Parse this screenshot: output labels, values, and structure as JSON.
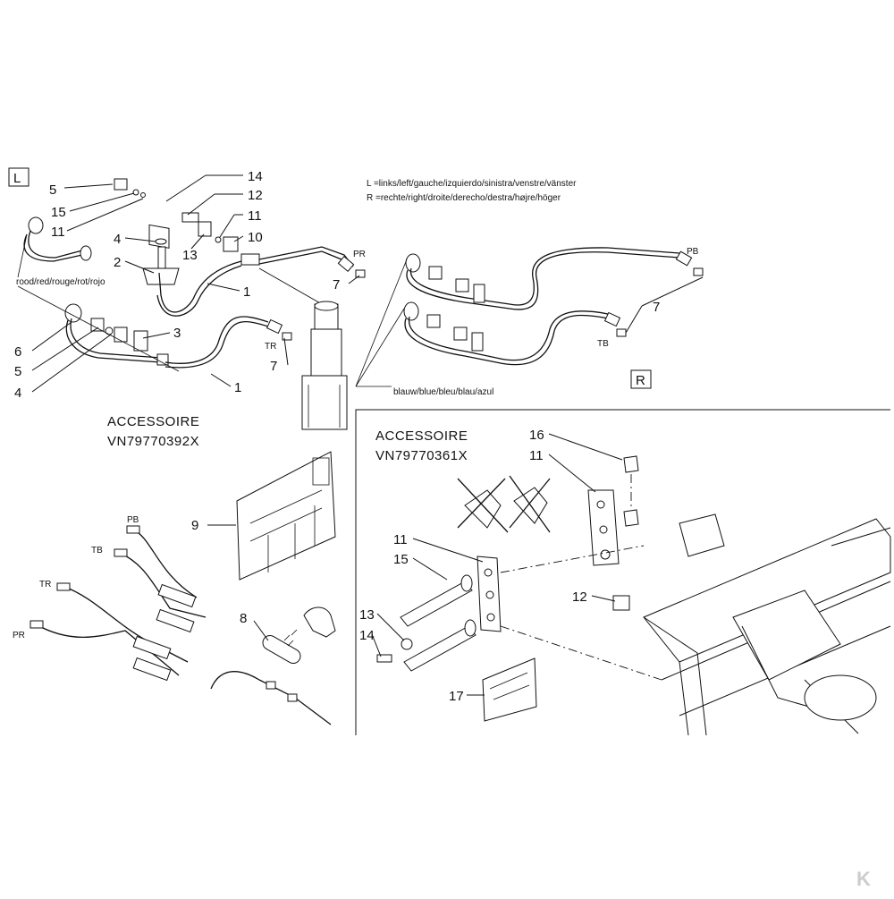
{
  "view_left": {
    "tag": "L",
    "callouts": [
      "5",
      "15",
      "11",
      "4",
      "2",
      "14",
      "12",
      "11",
      "10",
      "13",
      "1",
      "7",
      "6",
      "5",
      "4",
      "3",
      "7",
      "1"
    ],
    "hose_color_label": "rood/red/rouge/rot/rojo",
    "port_labels": {
      "pr": "PR",
      "tr": "TR"
    }
  },
  "view_right": {
    "tag": "R",
    "callouts": [
      "7"
    ],
    "hose_color_label": "blauw/blue/bleu/blau/azul",
    "port_labels": {
      "pb": "PB",
      "tb": "TB"
    }
  },
  "legend": {
    "left": "L  =links/left/gauche/izquierdo/sinistra/venstre/vänster",
    "right": "R  =rechte/right/droite/derecho/destra/højre/höger"
  },
  "accessory_left": {
    "title": "ACCESSOIRE",
    "code": "VN79770392X",
    "callouts": [
      "9",
      "8"
    ],
    "hose_labels": [
      "PB",
      "TB",
      "TR",
      "PR"
    ]
  },
  "accessory_right": {
    "title": "ACCESSOIRE",
    "code": "VN79770361X",
    "callouts": [
      "16",
      "11",
      "11",
      "15",
      "12",
      "13",
      "14",
      "17"
    ]
  },
  "colors": {
    "ink": "#111111",
    "background": "#ffffff"
  },
  "watermark": "K"
}
